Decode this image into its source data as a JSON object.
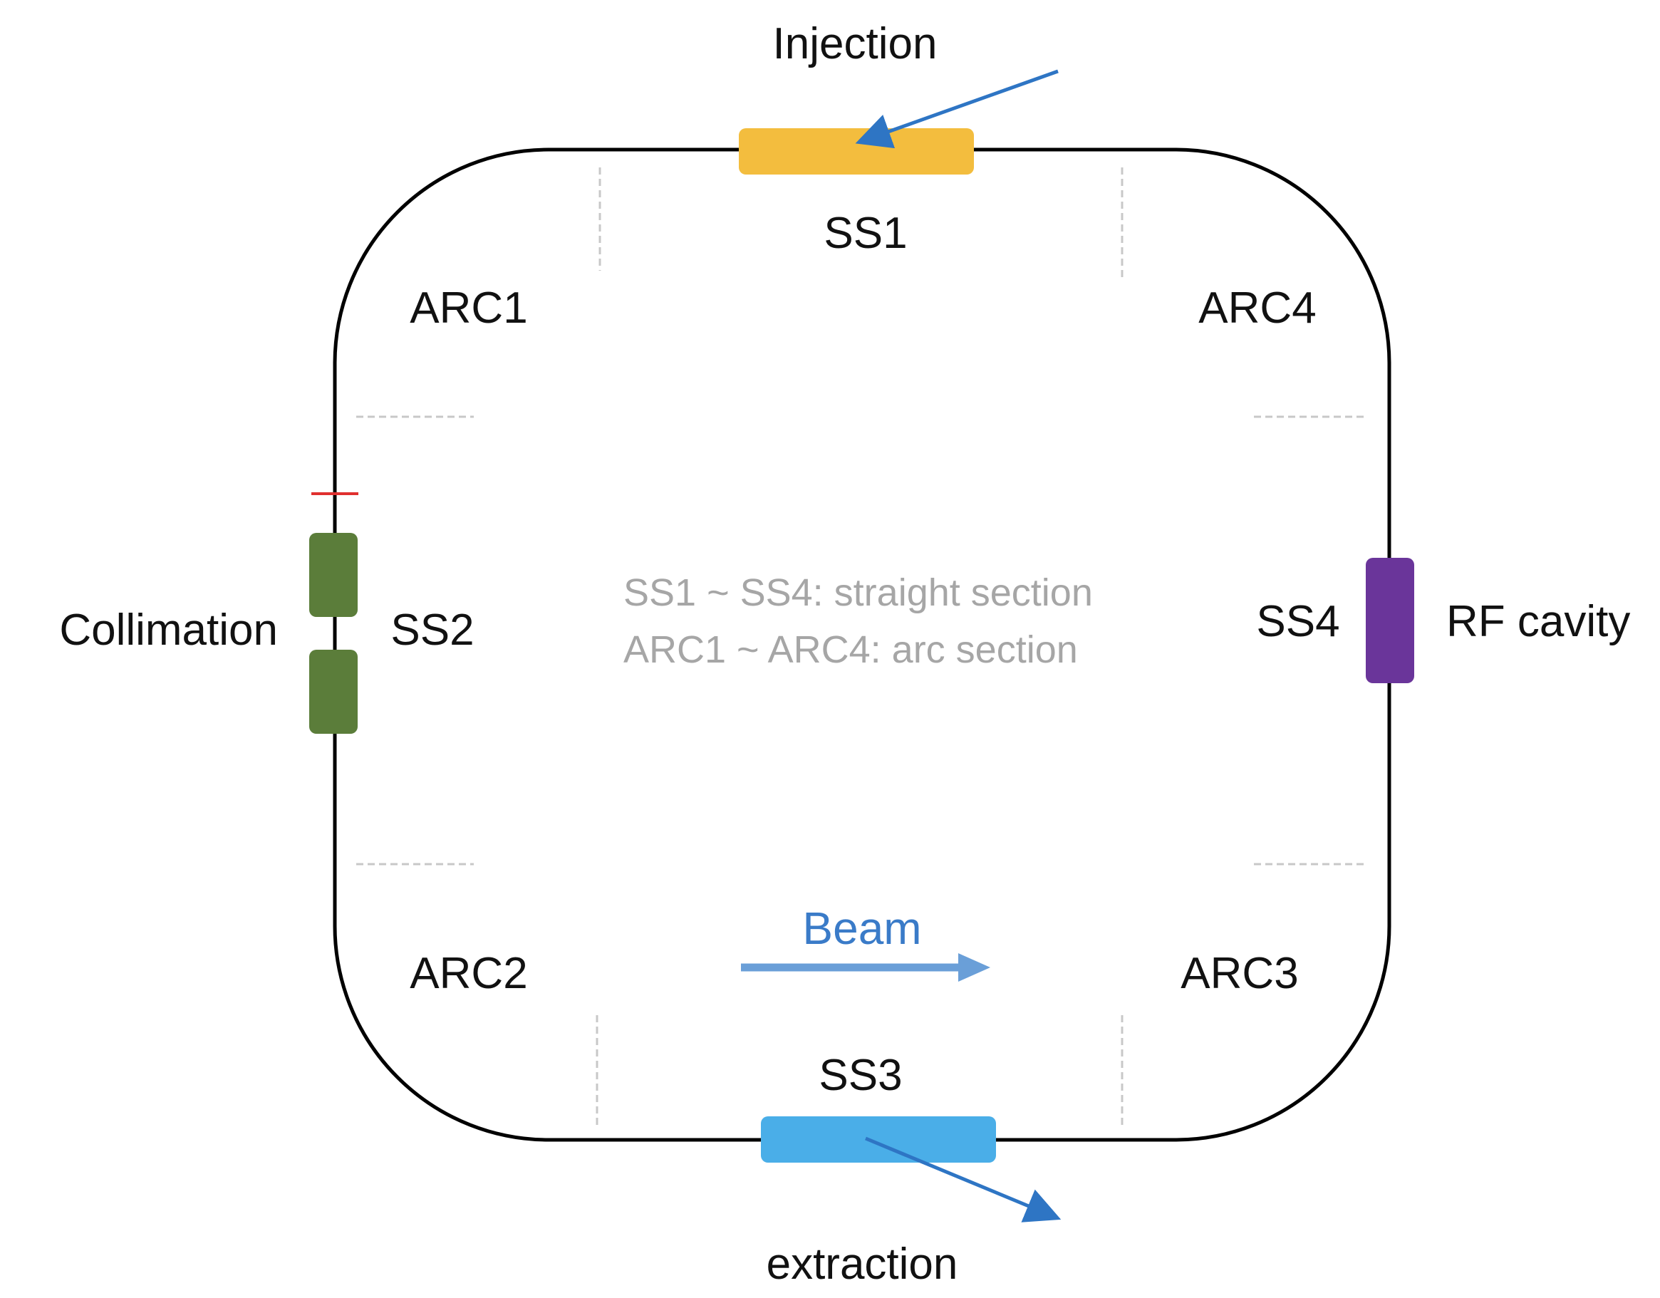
{
  "labels": {
    "injection": "Injection",
    "extraction": "extraction",
    "collimation": "Collimation",
    "rf_cavity": "RF cavity",
    "beam": "Beam",
    "ss1": "SS1",
    "ss2": "SS2",
    "ss3": "SS3",
    "ss4": "SS4",
    "arc1": "ARC1",
    "arc2": "ARC2",
    "arc3": "ARC3",
    "arc4": "ARC4"
  },
  "legend": {
    "line1": "SS1 ~ SS4:  straight section",
    "line2": "ARC1 ~ ARC4: arc section"
  },
  "colors": {
    "ring": "#000000",
    "injection_element": "#f3bd3e",
    "extraction_element": "#4aaee8",
    "collimator": "#5b7d3a",
    "rf_cavity": "#6a359a",
    "arrow": "#2e75c4",
    "beam_arrow": "#6a9fd8",
    "beam_text": "#3a7bc8",
    "divider": "#c8c8c8",
    "marker": "#e0302f"
  }
}
